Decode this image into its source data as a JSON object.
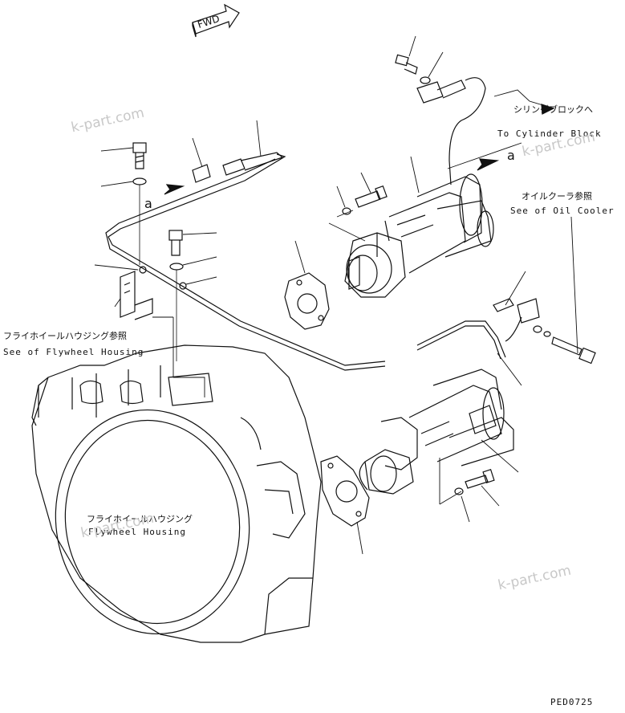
{
  "direction_marker": {
    "label": "FWD",
    "icon": "arrow-right-icon"
  },
  "callouts": {
    "cylinder_block": {
      "jp": "シリンダブロックへ",
      "en": "To Cylinder Block"
    },
    "oil_cooler": {
      "jp": "オイルクーラ参照",
      "en": "See of Oil Cooler"
    },
    "flywheel_housing_ref": {
      "jp": "フライホイールハウジング参照",
      "en": "See of Flywheel Housing"
    },
    "flywheel_housing": {
      "jp": "フライホイールハウジング",
      "en": "Flywheel Housing"
    }
  },
  "reference_marks": [
    "a",
    "a"
  ],
  "watermarks": [
    "k-part.com",
    "k-part.com",
    "k-part.com",
    "k-part.com"
  ],
  "drawing_code": "PED0725",
  "parts": [
    "starter-motor",
    "starter-motor",
    "gasket",
    "gasket",
    "bolt",
    "washer",
    "wiring-harness",
    "bracket",
    "clamp",
    "fitting",
    "flywheel-housing"
  ],
  "line_color": "#111111"
}
